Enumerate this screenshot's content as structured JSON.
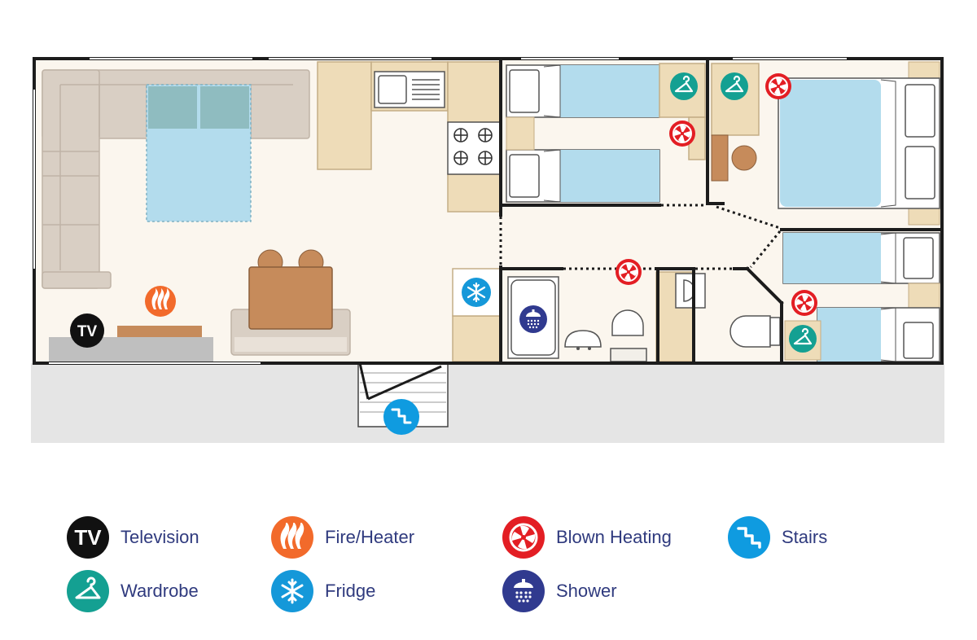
{
  "colors": {
    "floor": "#fbf6ee",
    "wall": "#1c1c1c",
    "furniture_tan": "#eedcb8",
    "table_brown": "#c68b5b",
    "sofa": "#d9cfc4",
    "bed_blue": "#b3dced",
    "deck": "#e5e5e5",
    "television": "#111111",
    "fire": "#f26a2b",
    "blown_heating": "#e31e24",
    "stairs": "#0f9be0",
    "wardrobe": "#14a092",
    "fridge": "#1598d9",
    "shower": "#303a8f",
    "legend_text": "#2f3a7e"
  },
  "plan_icons": {
    "tv_glyph": "TV"
  },
  "legend": {
    "items": [
      {
        "icon": "tv-icon",
        "label": "Television",
        "glyph": "TV"
      },
      {
        "icon": "fire-icon",
        "label": "Fire/Heater"
      },
      {
        "icon": "blown-heating-icon",
        "label": "Blown Heating"
      },
      {
        "icon": "stairs-icon",
        "label": "Stairs"
      },
      {
        "icon": "wardrobe-icon",
        "label": "Wardrobe"
      },
      {
        "icon": "fridge-icon",
        "label": "Fridge"
      },
      {
        "icon": "shower-icon",
        "label": "Shower"
      }
    ]
  }
}
